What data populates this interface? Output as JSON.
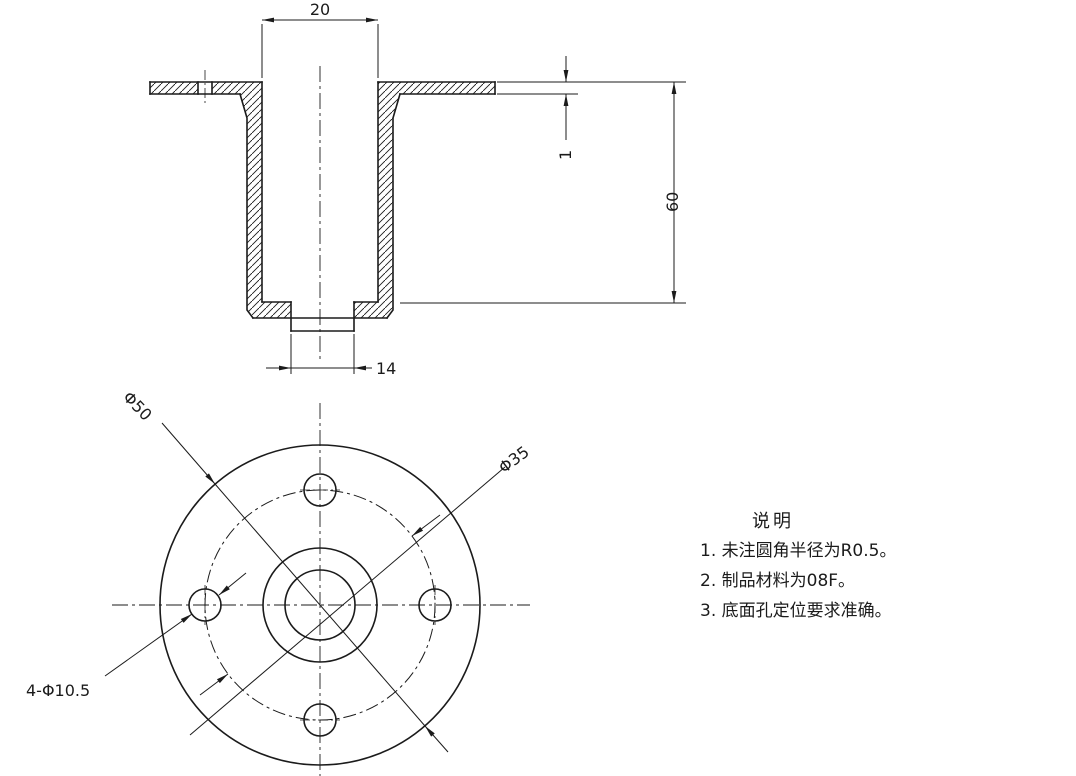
{
  "drawing": {
    "background_color": "#ffffff",
    "line_color": "#1b1b1b",
    "section_view": {
      "dim_bore_top": "20",
      "dim_flange_thickness": "1",
      "dim_depth": "60",
      "dim_bore_bottom": "14"
    },
    "plan_view": {
      "label_outer_diameter": "Φ50",
      "label_bolt_circle_diameter": "Φ35",
      "label_holes": "4-Φ10.5"
    },
    "notes": {
      "title": "说明",
      "items": [
        "1. 未注圆角半径为R0.5。",
        "2. 制品材料为08F。",
        "3. 底面孔定位要求准确。"
      ]
    }
  }
}
